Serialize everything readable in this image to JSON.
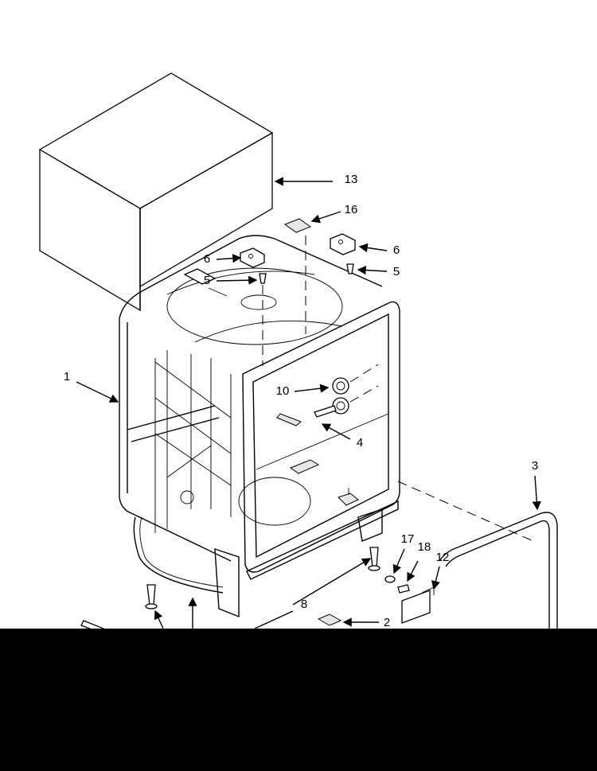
{
  "diagram": {
    "callouts": [
      {
        "id": "c13",
        "text": "13"
      },
      {
        "id": "c16",
        "text": "16"
      },
      {
        "id": "c6a",
        "text": "6"
      },
      {
        "id": "c5a",
        "text": "5"
      },
      {
        "id": "c6b",
        "text": "6"
      },
      {
        "id": "c5b",
        "text": "5"
      },
      {
        "id": "c1",
        "text": "1"
      },
      {
        "id": "c10",
        "text": "10"
      },
      {
        "id": "c4",
        "text": "4"
      },
      {
        "id": "c3",
        "text": "3"
      },
      {
        "id": "c17",
        "text": "17"
      },
      {
        "id": "c18",
        "text": "18"
      },
      {
        "id": "c12",
        "text": "12"
      },
      {
        "id": "c8",
        "text": "8"
      },
      {
        "id": "c2",
        "text": "2"
      }
    ],
    "colors": {
      "line": "#000000",
      "background": "#ffffff",
      "band": "#000000"
    }
  }
}
